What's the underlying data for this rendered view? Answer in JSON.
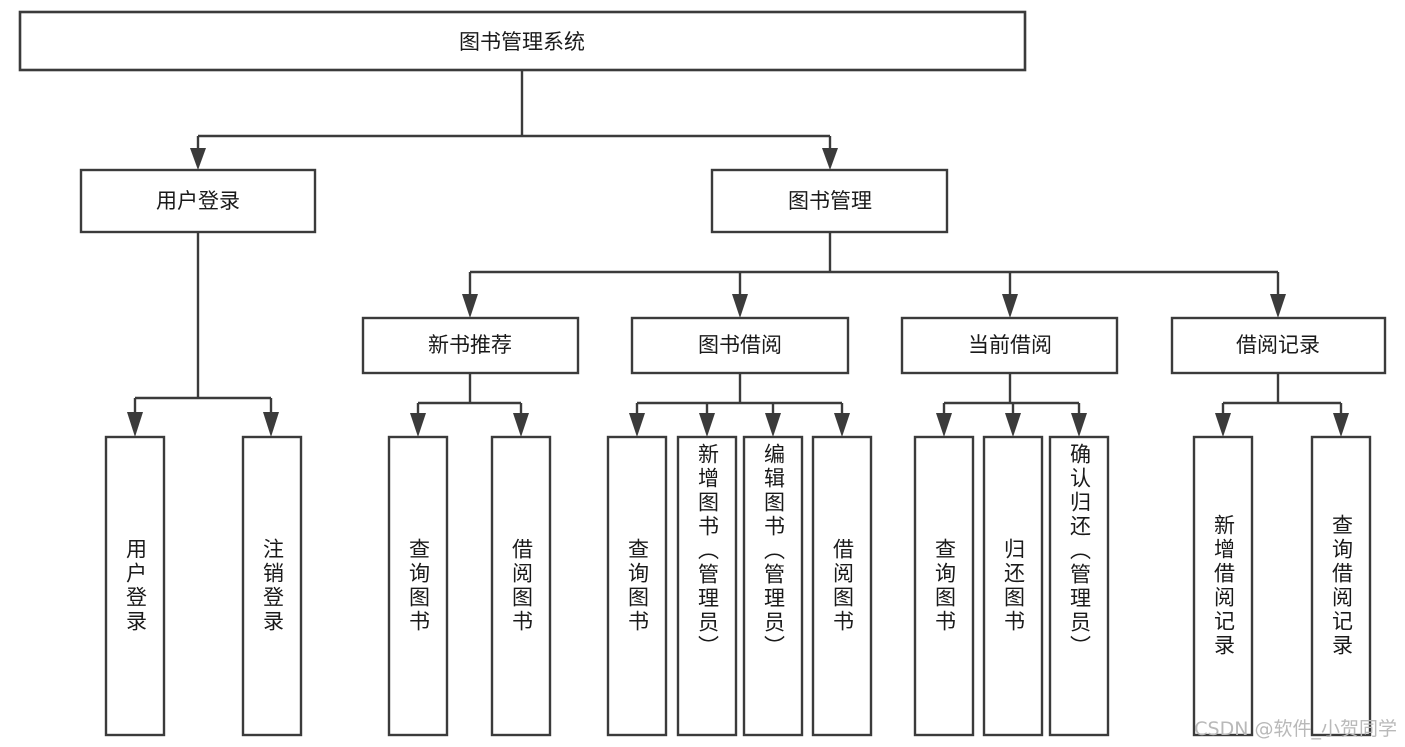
{
  "diagram": {
    "type": "tree-hierarchy",
    "title": "图书管理系统",
    "watermark": "CSDN @软件_小贺同学",
    "colors": {
      "stroke": "#3b3b3b",
      "fill": "#ffffff",
      "text": "#1a1a1a",
      "watermark": "#b9b9b9"
    },
    "levels": {
      "root": {
        "label": "图书管理系统"
      },
      "level2": [
        {
          "id": "user-login",
          "label": "用户登录"
        },
        {
          "id": "book-manage",
          "label": "图书管理"
        }
      ],
      "level3": [
        {
          "id": "new-book-rec",
          "label": "新书推荐",
          "parent": "book-manage"
        },
        {
          "id": "book-borrow",
          "label": "图书借阅",
          "parent": "book-manage"
        },
        {
          "id": "current-borrow",
          "label": "当前借阅",
          "parent": "book-manage"
        },
        {
          "id": "borrow-record",
          "label": "借阅记录",
          "parent": "book-manage"
        }
      ],
      "leaves": [
        {
          "id": "leaf-user-login",
          "label": "用户登录",
          "parent": "user-login"
        },
        {
          "id": "leaf-logout-login",
          "label": "注销登录",
          "parent": "user-login"
        },
        {
          "id": "leaf-query-book-1",
          "label": "查询图书",
          "parent": "new-book-rec"
        },
        {
          "id": "leaf-borrow-book-1",
          "label": "借阅图书",
          "parent": "new-book-rec"
        },
        {
          "id": "leaf-query-book-2",
          "label": "查询图书",
          "parent": "book-borrow"
        },
        {
          "id": "leaf-add-book",
          "label": "新增图书（管理员）",
          "parent": "book-borrow"
        },
        {
          "id": "leaf-edit-book",
          "label": "编辑图书（管理员）",
          "parent": "book-borrow"
        },
        {
          "id": "leaf-borrow-book-2",
          "label": "借阅图书",
          "parent": "book-borrow"
        },
        {
          "id": "leaf-query-book-3",
          "label": "查询图书",
          "parent": "current-borrow"
        },
        {
          "id": "leaf-return-book",
          "label": "归还图书",
          "parent": "current-borrow"
        },
        {
          "id": "leaf-confirm-return",
          "label": "确认归还（管理员）",
          "parent": "current-borrow"
        },
        {
          "id": "leaf-add-record",
          "label": "新增借阅记录",
          "parent": "borrow-record"
        },
        {
          "id": "leaf-query-record",
          "label": "查询借阅记录",
          "parent": "borrow-record"
        }
      ]
    }
  }
}
